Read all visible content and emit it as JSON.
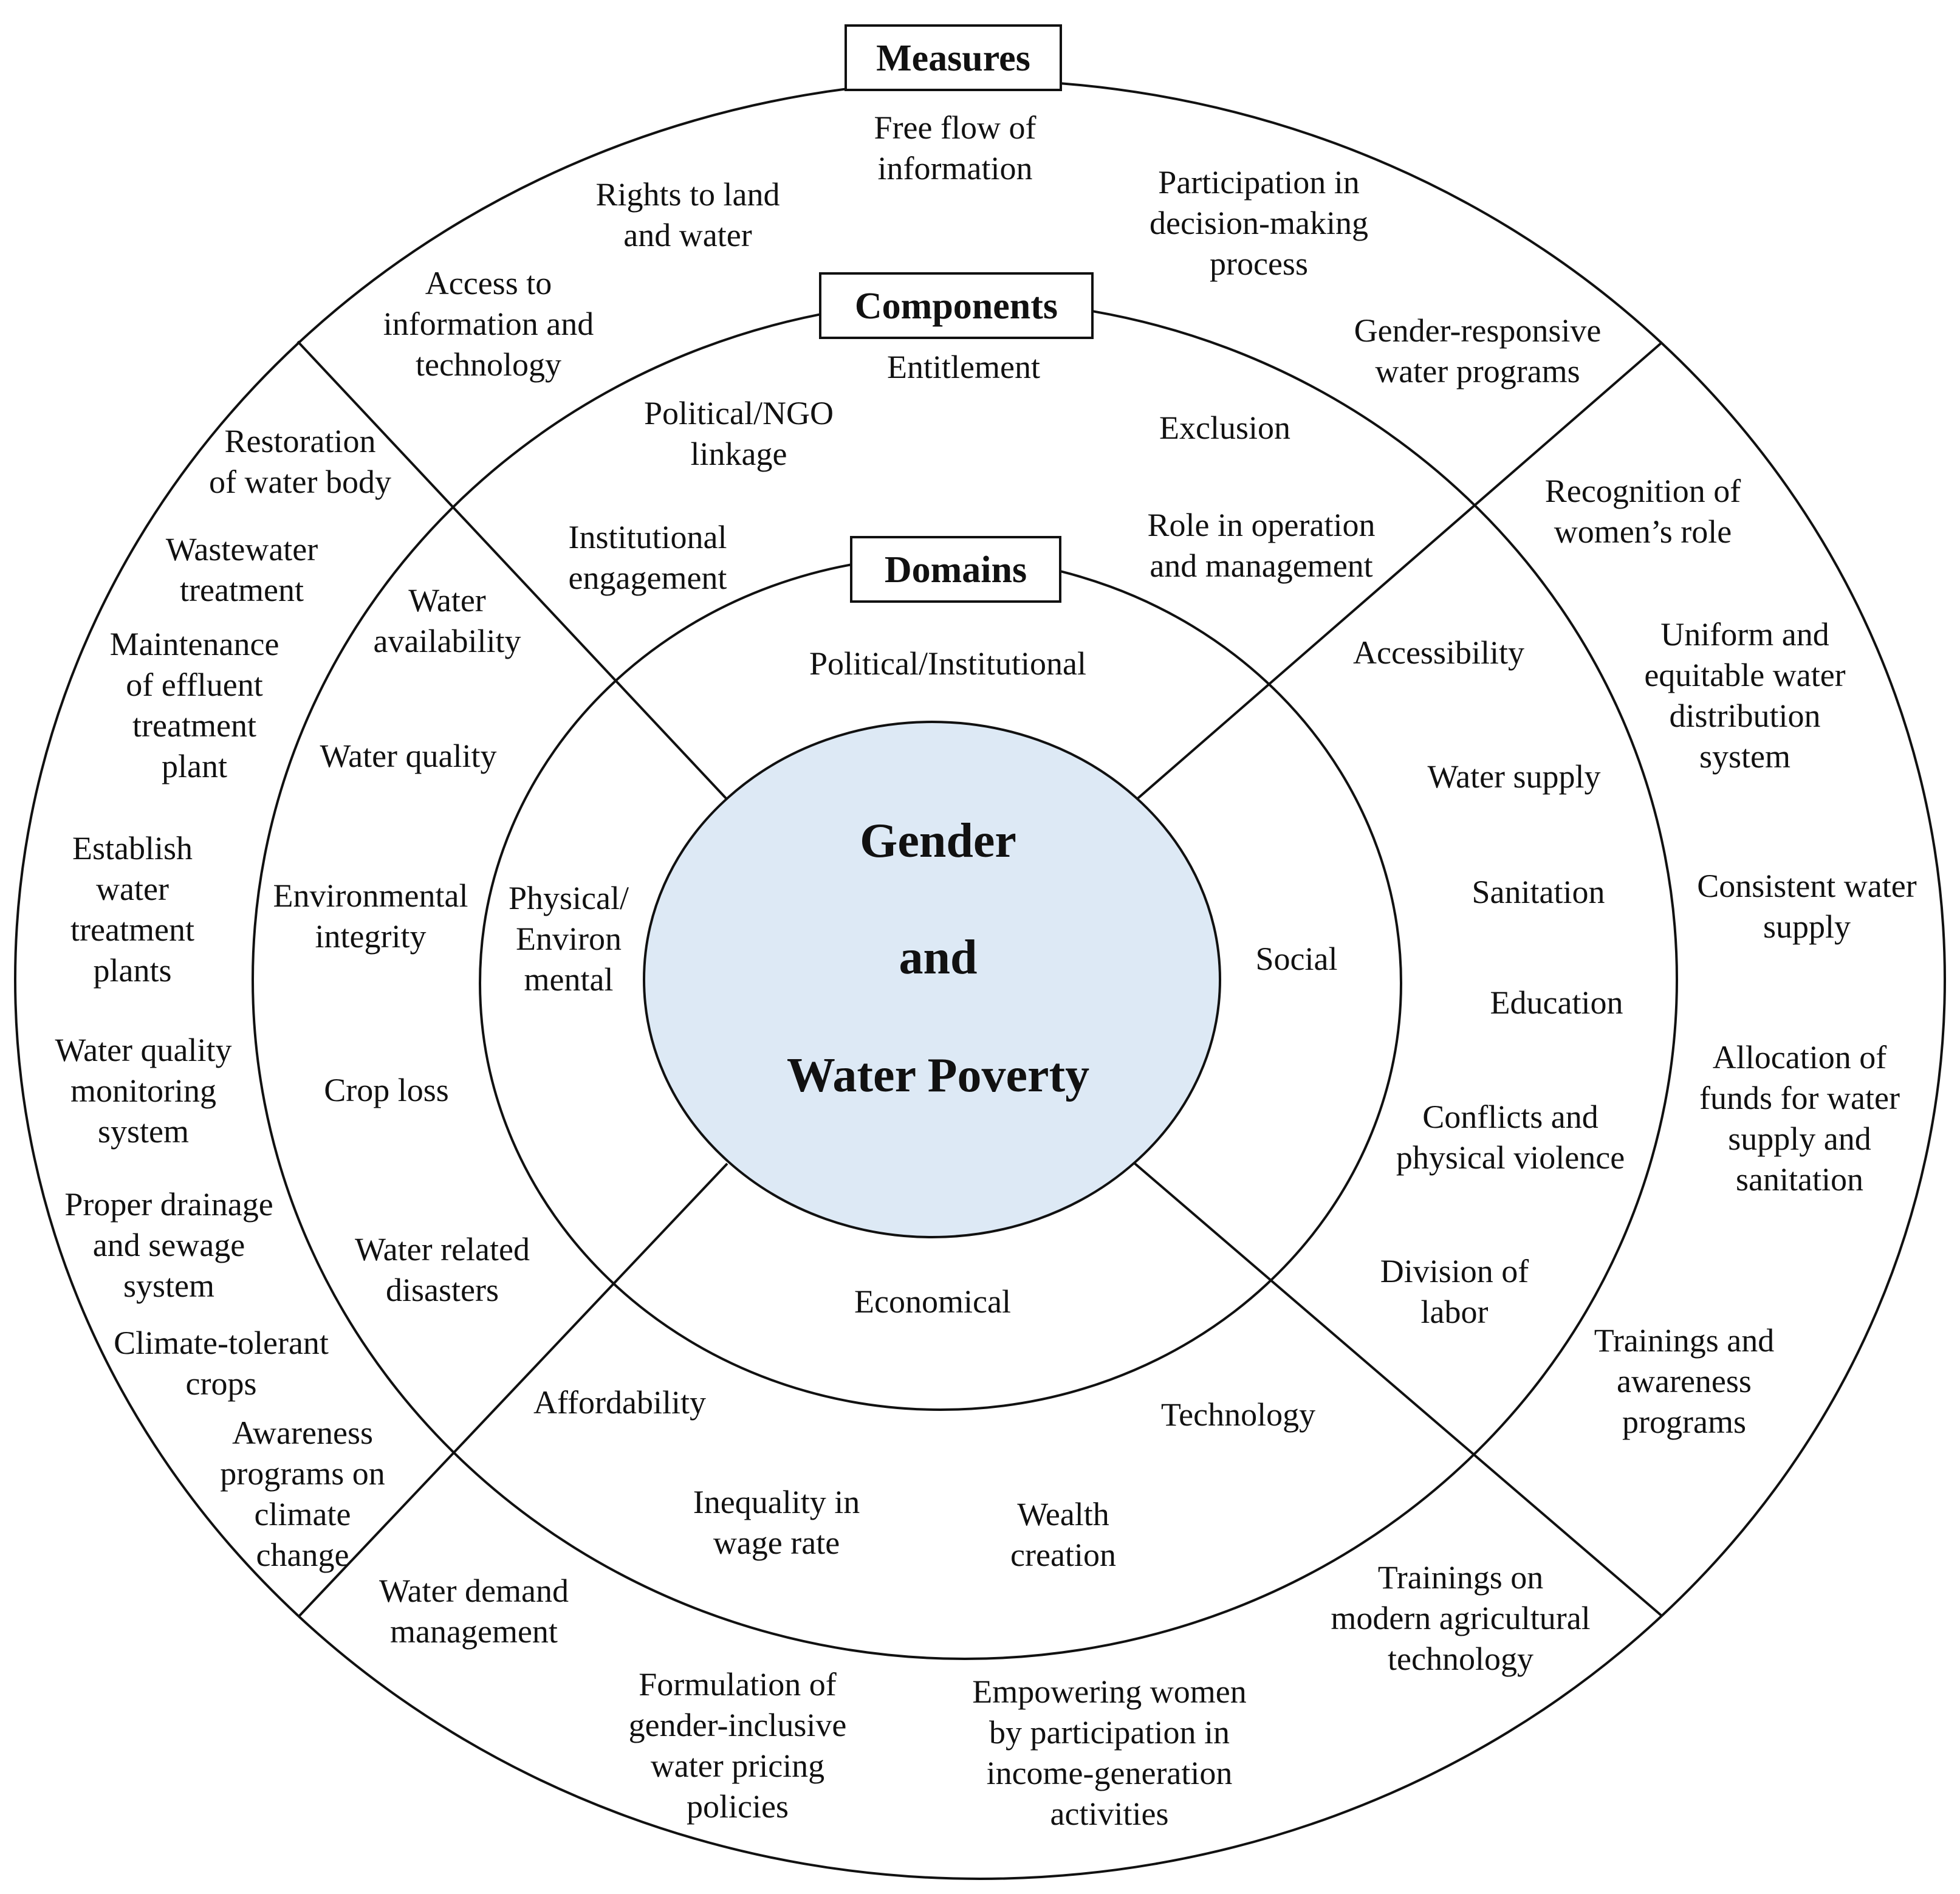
{
  "colors": {
    "center_fill": "#dde9f5",
    "line": "#111111",
    "background": "#ffffff"
  },
  "center": [
    "Gender",
    "and",
    "Water Poverty"
  ],
  "headers": {
    "measures": "Measures",
    "components": "Components",
    "domains": "Domains"
  },
  "domains": {
    "political": "Political/Institutional",
    "physical": [
      "Physical/",
      "Environ",
      "mental"
    ],
    "social": "Social",
    "economical": "Economical"
  },
  "components": {
    "political": [
      [
        "Political/NGO",
        "linkage"
      ],
      [
        "Entitlement"
      ],
      [
        "Exclusion"
      ],
      [
        "Institutional",
        "engagement"
      ],
      [
        "Role in operation",
        "and management"
      ]
    ],
    "physical": [
      [
        "Water",
        "availability"
      ],
      [
        "Water quality"
      ],
      [
        "Environmental",
        "integrity"
      ],
      [
        "Crop loss"
      ],
      [
        "Water related",
        "disasters"
      ]
    ],
    "social": [
      [
        "Accessibility"
      ],
      [
        "Water supply"
      ],
      [
        "Sanitation"
      ],
      [
        "Education"
      ],
      [
        "Conflicts and",
        "physical violence"
      ],
      [
        "Division of",
        "labor"
      ]
    ],
    "economical": [
      [
        "Affordability"
      ],
      [
        "Technology"
      ],
      [
        "Inequality in",
        "wage rate"
      ],
      [
        "Wealth",
        "creation"
      ]
    ]
  },
  "measures": {
    "political": [
      [
        "Free flow of",
        "information"
      ],
      [
        "Rights to land",
        "and water"
      ],
      [
        "Participation in",
        "decision-making",
        "process"
      ],
      [
        "Access to",
        "information and",
        "technology"
      ],
      [
        "Gender-responsive",
        "water programs"
      ]
    ],
    "physical": [
      [
        "Restoration",
        "of water body"
      ],
      [
        "Wastewater",
        "treatment"
      ],
      [
        "Maintenance",
        "of effluent",
        "treatment",
        "plant"
      ],
      [
        "Establish",
        "water",
        "treatment",
        "plants"
      ],
      [
        "Water quality",
        "monitoring",
        "system"
      ],
      [
        "Proper drainage",
        "and sewage",
        "system"
      ],
      [
        "Climate-tolerant",
        "crops"
      ],
      [
        "Awareness",
        "programs on",
        "climate",
        "change"
      ]
    ],
    "social": [
      [
        "Recognition of",
        "women’s role"
      ],
      [
        "Uniform and",
        "equitable water",
        "distribution",
        "system"
      ],
      [
        "Consistent water",
        "supply"
      ],
      [
        "Allocation of",
        "funds for water",
        "supply  and",
        "sanitation"
      ],
      [
        "Trainings and",
        "awareness",
        "programs"
      ]
    ],
    "economical": [
      [
        "Water demand",
        "management"
      ],
      [
        "Formulation of",
        "gender-inclusive",
        "water pricing",
        "policies"
      ],
      [
        "Empowering women",
        "by participation in",
        "income-generation",
        "activities"
      ],
      [
        "Trainings on",
        "modern agricultural",
        "technology"
      ]
    ]
  }
}
